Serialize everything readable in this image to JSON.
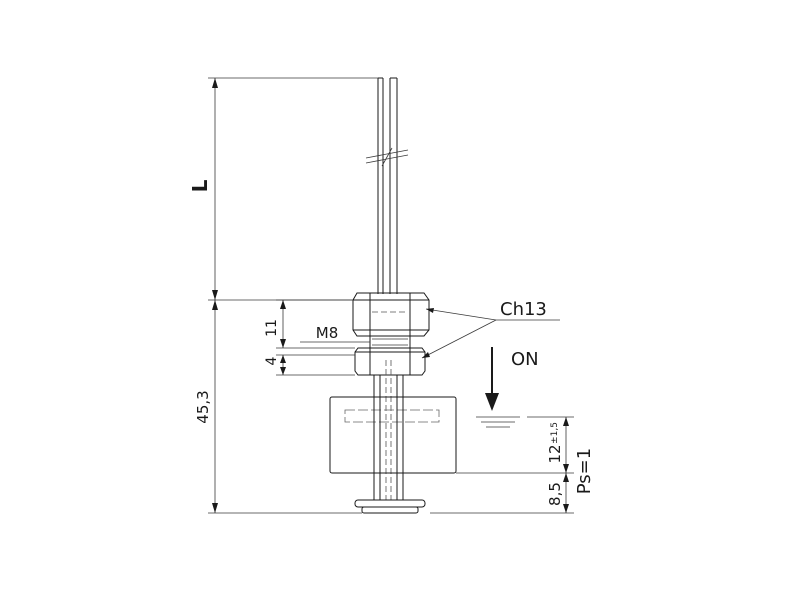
{
  "drawing": {
    "dim_L": "L",
    "dim_total": "45,3",
    "dim_nut": "11",
    "dim_washer": "4",
    "thread": "M8",
    "wrench": "Ch13",
    "switch_state": "ON",
    "dim_switch": "12",
    "dim_switch_tol": "±1,5",
    "switch_point": "Ps=1",
    "dim_base": "8,5"
  }
}
